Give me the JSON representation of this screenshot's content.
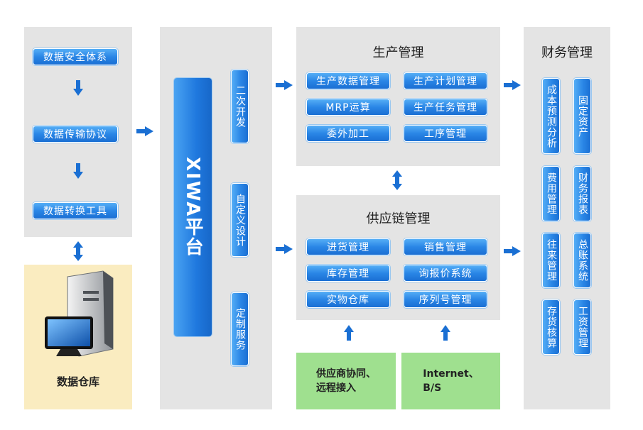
{
  "left_column": {
    "items": [
      "数据安全体系",
      "数据传输协议",
      "数据转换工具"
    ],
    "warehouse_label": "数据仓库"
  },
  "platform": {
    "name": "XIWA平台",
    "side_items": [
      "二次开发",
      "自定义设计",
      "定制服务"
    ]
  },
  "production": {
    "title": "生产管理",
    "items": [
      "生产数据管理",
      "生产计划管理",
      "MRP运算",
      "生产任务管理",
      "委外加工",
      "工序管理"
    ]
  },
  "supply_chain": {
    "title": "供应链管理",
    "items": [
      "进货管理",
      "销售管理",
      "库存管理",
      "询报价系统",
      "实物仓库",
      "序列号管理"
    ]
  },
  "bottom": {
    "left": "供应商协同、\n远程接入",
    "right": "Internet、\nB/S"
  },
  "finance": {
    "title": "财务管理",
    "items": [
      "成本预测分析",
      "固定资产",
      "费用管理",
      "财务报表",
      "往来管理",
      "总账系统",
      "存货核算",
      "工资管理"
    ]
  },
  "colors": {
    "accent": "#2a86e6",
    "panel": "#e4e4e4",
    "warehouse_bg": "#faecc0",
    "green_bg": "#9fe08f",
    "arrow": "#1a6fd3"
  }
}
